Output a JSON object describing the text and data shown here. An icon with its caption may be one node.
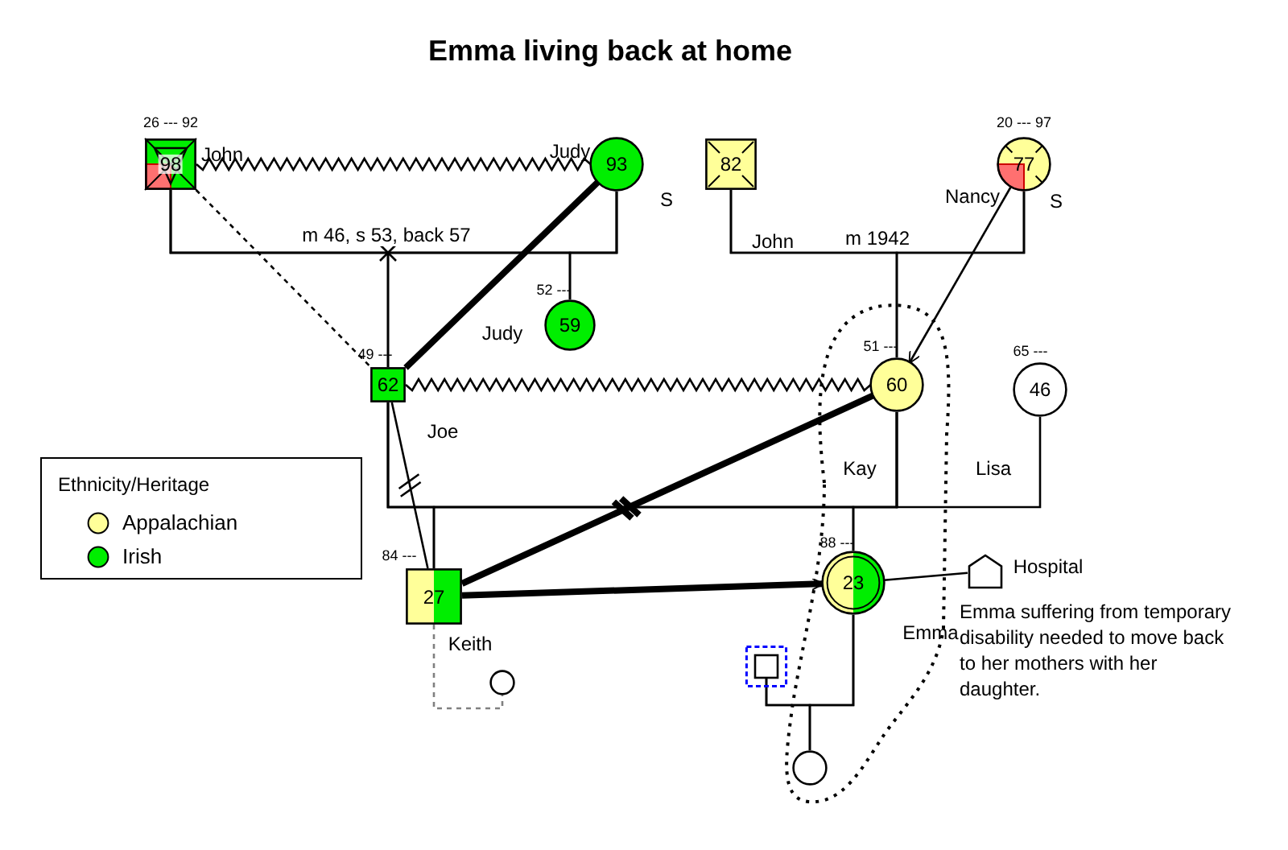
{
  "diagram": {
    "title": "Emma living back at home",
    "nodes": [
      {
        "text": [
          "98"
        ],
        "beside": [
          "26 --- 92",
          "John"
        ]
      },
      {
        "text": [
          "93"
        ],
        "beside": [
          "Judy",
          "S"
        ]
      },
      {
        "text": [
          "59"
        ],
        "beside": [
          "52 ---",
          "Judy"
        ]
      },
      {
        "text": [
          "82"
        ],
        "beside": [
          "John"
        ]
      },
      {
        "text": [
          "77"
        ],
        "beside": [
          "20 --- 97",
          "Nancy",
          "S"
        ]
      },
      {
        "text": [
          "62"
        ],
        "beside": [
          "49 ---",
          "Joe"
        ]
      },
      {
        "text": [
          "60"
        ],
        "beside": [
          "51 ---",
          "Kay"
        ]
      },
      {
        "text": [
          "46"
        ],
        "beside": [
          "65 ---",
          "Lisa"
        ]
      },
      {
        "text": [
          "27"
        ],
        "beside": [
          "84 ---",
          "Keith"
        ]
      },
      {
        "text": [
          "23"
        ],
        "beside": [
          "88 ---",
          "Emma"
        ]
      },
      {
        "text": [],
        "shape": "house",
        "beside": [
          "Hospital"
        ]
      },
      {
        "text": [],
        "shape": "circle"
      },
      {
        "text": [],
        "shape": "box"
      },
      {
        "text": [],
        "shape": "circle"
      }
    ],
    "edges": [
      {
        "from": 0,
        "to": 1,
        "arrow": "none",
        "label": "m 46, s 53, back 57"
      },
      {
        "from": 0,
        "to": 1,
        "arrow": "none"
      },
      {
        "from": 0,
        "to": 5,
        "arrow": "none",
        "style": "dashed"
      },
      {
        "from": 1,
        "to": 5,
        "arrow": "none",
        "style": "thick"
      },
      {
        "from": 0,
        "to": 5,
        "arrow": "none"
      },
      {
        "from": 1,
        "to": 5,
        "arrow": "none"
      },
      {
        "from": 0,
        "to": 2,
        "arrow": "none"
      },
      {
        "from": 1,
        "to": 2,
        "arrow": "none"
      },
      {
        "from": 3,
        "to": 4,
        "arrow": "none",
        "label": "m 1942"
      },
      {
        "from": 4,
        "to": 6,
        "arrow": "to"
      },
      {
        "from": 3,
        "to": 6,
        "arrow": "none"
      },
      {
        "from": 4,
        "to": 6,
        "arrow": "none"
      },
      {
        "from": 5,
        "to": 6,
        "arrow": "none"
      },
      {
        "from": 5,
        "to": 6,
        "arrow": "none"
      },
      {
        "from": 6,
        "to": 7,
        "arrow": "none"
      },
      {
        "from": 5,
        "to": 8,
        "arrow": "none"
      },
      {
        "from": 6,
        "to": 8,
        "arrow": "none"
      },
      {
        "from": 5,
        "to": 9,
        "arrow": "none"
      },
      {
        "from": 6,
        "to": 9,
        "arrow": "none"
      },
      {
        "from": 5,
        "to": 8,
        "arrow": "none"
      },
      {
        "from": 6,
        "to": 8,
        "arrow": "none",
        "style": "thick"
      },
      {
        "from": 8,
        "to": 9,
        "arrow": "to",
        "style": "thick"
      },
      {
        "from": 9,
        "to": 10,
        "arrow": "none"
      },
      {
        "from": 8,
        "to": 11,
        "arrow": "none",
        "style": "dashed",
        "color": "#808080"
      },
      {
        "from": 12,
        "to": 9,
        "arrow": "none"
      },
      {
        "from": 12,
        "to": 13,
        "arrow": "none"
      },
      {
        "from": 9,
        "to": 13,
        "arrow": "none"
      }
    ],
    "labels": [
      "Ethnicity/Heritage",
      "Emma suffering from temporary disability needed to move back to her mothers with her daughter."
    ],
    "legend": [
      {
        "text": "Appalachian",
        "color": "#ffff99"
      },
      {
        "text": "Irish",
        "color": "#00ee00"
      }
    ]
  }
}
